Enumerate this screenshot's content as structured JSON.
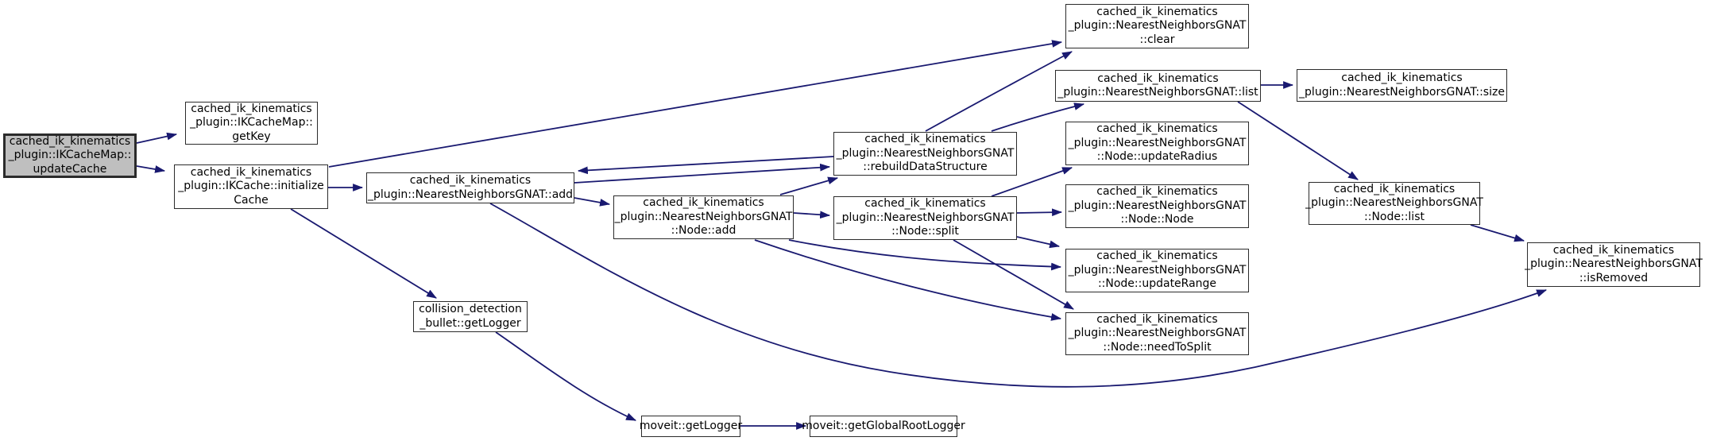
{
  "diagram": {
    "kind": "doxygen-call-graph",
    "root_function": "cached_ik_kinematics_plugin::IKCacheMap::updateCache",
    "colors": {
      "edge": "#191970",
      "node_border": "#2b2b2b",
      "node_fill": "#ffffff",
      "root_fill": "#bfbfbf",
      "text": "#000000",
      "background": "#ffffff"
    }
  },
  "nodes": {
    "updateCache": {
      "label": "cached_ik_kinematics\n_plugin::IKCacheMap::\nupdateCache"
    },
    "getKey": {
      "label": "cached_ik_kinematics\n_plugin::IKCacheMap::\ngetKey"
    },
    "initializeCache": {
      "label": "cached_ik_kinematics\n_plugin::IKCache::initialize\nCache"
    },
    "gnatAdd": {
      "label": "cached_ik_kinematics\n_plugin::NearestNeighborsGNAT::add"
    },
    "nodeAdd": {
      "label": "cached_ik_kinematics\n_plugin::NearestNeighborsGNAT\n::Node::add"
    },
    "rebuild": {
      "label": "cached_ik_kinematics\n_plugin::NearestNeighborsGNAT\n::rebuildDataStructure"
    },
    "nodeSplit": {
      "label": "cached_ik_kinematics\n_plugin::NearestNeighborsGNAT\n::Node::split"
    },
    "clear": {
      "label": "cached_ik_kinematics\n_plugin::NearestNeighborsGNAT\n::clear"
    },
    "list": {
      "label": "cached_ik_kinematics\n_plugin::NearestNeighborsGNAT::list"
    },
    "size": {
      "label": "cached_ik_kinematics\n_plugin::NearestNeighborsGNAT::size"
    },
    "updateRadius": {
      "label": "cached_ik_kinematics\n_plugin::NearestNeighborsGNAT\n::Node::updateRadius"
    },
    "nodeNode": {
      "label": "cached_ik_kinematics\n_plugin::NearestNeighborsGNAT\n::Node::Node"
    },
    "updateRange": {
      "label": "cached_ik_kinematics\n_plugin::NearestNeighborsGNAT\n::Node::updateRange"
    },
    "needToSplit": {
      "label": "cached_ik_kinematics\n_plugin::NearestNeighborsGNAT\n::Node::needToSplit"
    },
    "nodeList": {
      "label": "cached_ik_kinematics\n_plugin::NearestNeighborsGNAT\n::Node::list"
    },
    "isRemoved": {
      "label": "cached_ik_kinematics\n_plugin::NearestNeighborsGNAT\n::isRemoved"
    },
    "bulletGetLogger": {
      "label": "collision_detection\n_bullet::getLogger"
    },
    "moveitGetLogger": {
      "label": "moveit::getLogger"
    },
    "globalRootLogger": {
      "label": "moveit::getGlobalRootLogger"
    }
  },
  "edges": [
    {
      "from": "updateCache",
      "to": "getKey"
    },
    {
      "from": "updateCache",
      "to": "initializeCache"
    },
    {
      "from": "initializeCache",
      "to": "gnatAdd"
    },
    {
      "from": "initializeCache",
      "to": "clear"
    },
    {
      "from": "initializeCache",
      "to": "bulletGetLogger"
    },
    {
      "from": "gnatAdd",
      "to": "nodeAdd"
    },
    {
      "from": "gnatAdd",
      "to": "rebuild"
    },
    {
      "from": "gnatAdd",
      "to": "isRemoved"
    },
    {
      "from": "rebuild",
      "to": "gnatAdd"
    },
    {
      "from": "rebuild",
      "to": "clear"
    },
    {
      "from": "rebuild",
      "to": "list"
    },
    {
      "from": "nodeAdd",
      "to": "rebuild"
    },
    {
      "from": "nodeAdd",
      "to": "nodeSplit"
    },
    {
      "from": "nodeAdd",
      "to": "updateRange"
    },
    {
      "from": "nodeAdd",
      "to": "needToSplit"
    },
    {
      "from": "nodeSplit",
      "to": "updateRadius"
    },
    {
      "from": "nodeSplit",
      "to": "nodeNode"
    },
    {
      "from": "nodeSplit",
      "to": "updateRange"
    },
    {
      "from": "nodeSplit",
      "to": "needToSplit"
    },
    {
      "from": "list",
      "to": "size"
    },
    {
      "from": "list",
      "to": "nodeList"
    },
    {
      "from": "nodeList",
      "to": "isRemoved"
    },
    {
      "from": "bulletGetLogger",
      "to": "moveitGetLogger"
    },
    {
      "from": "moveitGetLogger",
      "to": "globalRootLogger"
    }
  ]
}
